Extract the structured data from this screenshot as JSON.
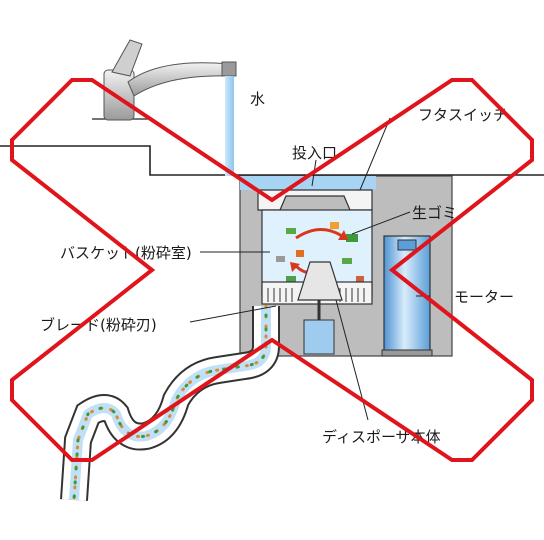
{
  "labels": {
    "water": "水",
    "lid_switch": "フタスイッチ",
    "inlet": "投入口",
    "food_waste": "生ゴミ",
    "basket": "バスケット(粉砕室)",
    "motor": "モーター",
    "blade": "ブレード(粉砕刃)",
    "disposer_body": "ディスポーザ本体"
  },
  "colors": {
    "water": "#9fd0f2",
    "water_stripe": "#cfe8fa",
    "body_gray": "#b9b9b9",
    "motor_blue": "#7db8e8",
    "cross_red": "#e0151b",
    "arrow_red": "#d9381e"
  },
  "overlay": {
    "mark": "cross-mark"
  }
}
